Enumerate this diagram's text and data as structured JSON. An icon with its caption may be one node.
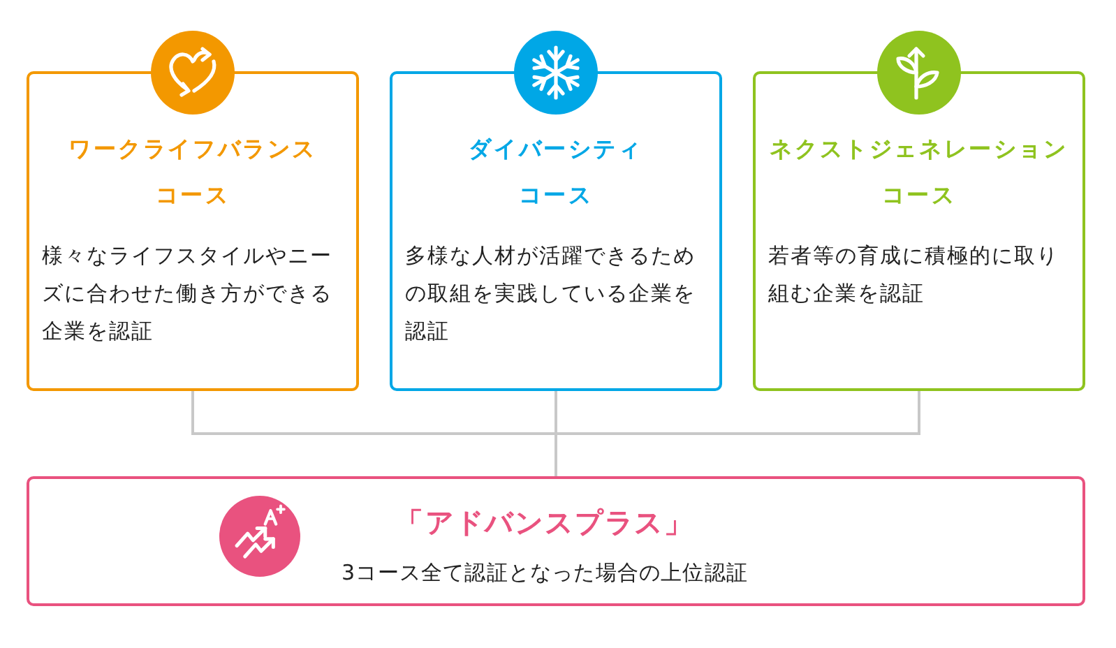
{
  "diagram": {
    "nodes": [
      {
        "text": [
          "ワークライフバランスコース",
          "様々なライフスタイルやニーズに合わせた働き方ができる企業を認証"
        ]
      },
      {
        "text": [
          "ダイバーシティコース",
          "多様な人材が活躍できるための取組を実践している企業を認証"
        ]
      },
      {
        "text": [
          "ネクストジェネレーションコース",
          "若者等の育成に積極的に取り組む企業を認証"
        ]
      },
      {
        "text": [
          "「アドバンスプラス」",
          "3コース全て認証となった場合の上位認証"
        ]
      }
    ],
    "edges": [
      {
        "from": 0,
        "to": 3,
        "arrow": "none"
      },
      {
        "from": 1,
        "to": 3,
        "arrow": "none"
      },
      {
        "from": 2,
        "to": 3,
        "arrow": "none"
      }
    ]
  }
}
